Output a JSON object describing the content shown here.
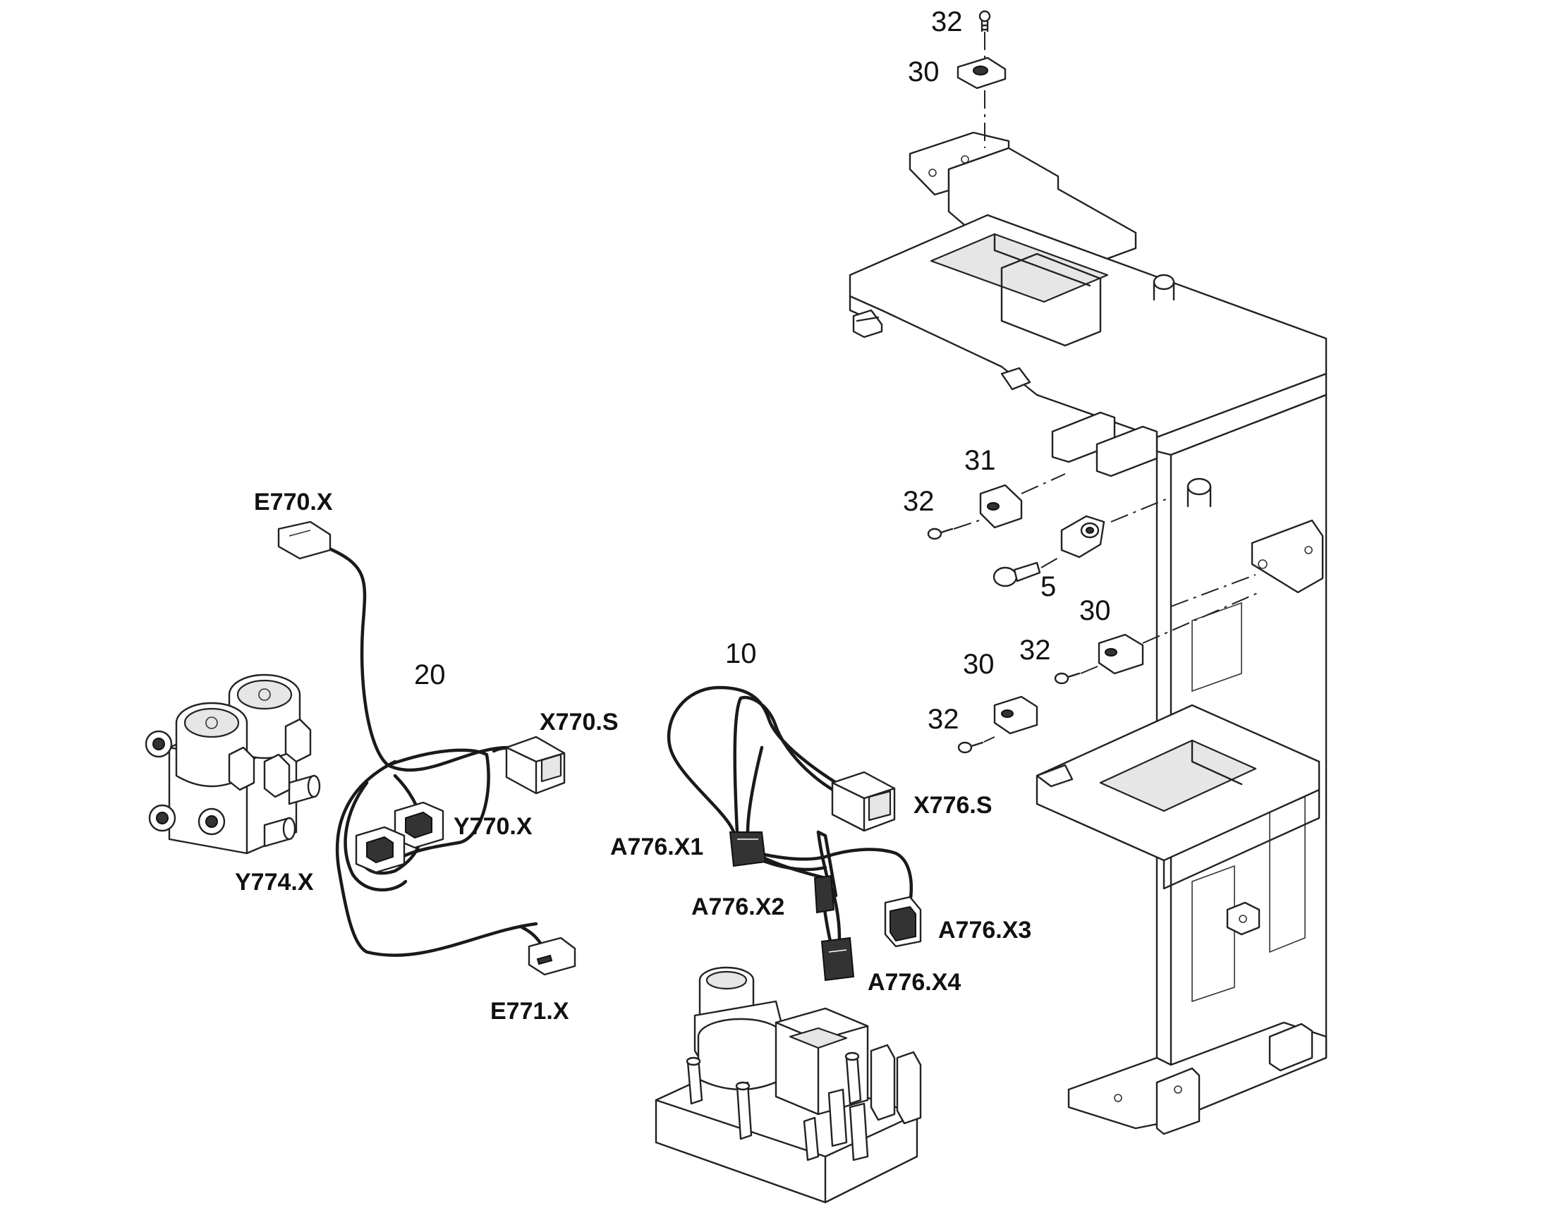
{
  "part_numbers": {
    "p32_top": "32",
    "p30_top": "30",
    "p31": "31",
    "p32_mid": "32",
    "p5": "5",
    "p30_right": "30",
    "p32_right": "32",
    "p30_left": "30",
    "p32_low": "32",
    "p20": "20",
    "p10": "10"
  },
  "connectors": {
    "e770x": "E770.X",
    "x770s": "X770.S",
    "y770x": "Y770.X",
    "y774x": "Y774.X",
    "e771x": "E771.X",
    "a776x1": "A776.X1",
    "a776x2": "A776.X2",
    "a776x3": "A776.X3",
    "a776x4": "A776.X4",
    "x776s": "X776.S"
  }
}
